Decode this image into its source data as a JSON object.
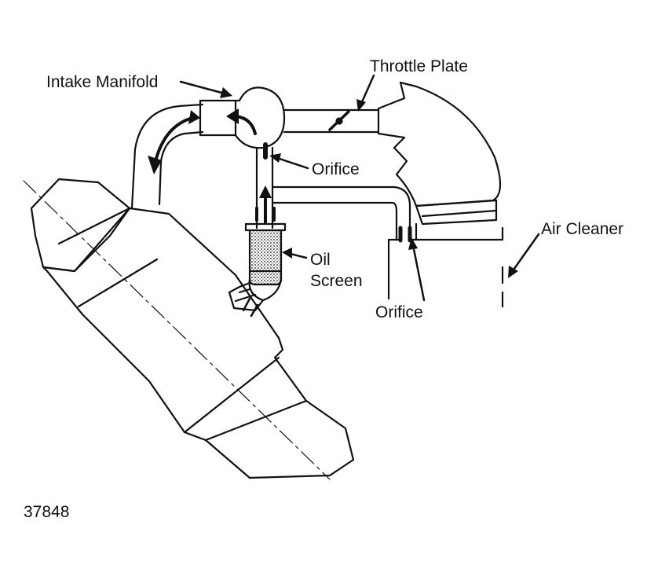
{
  "labels": {
    "intake_manifold": "Intake Manifold",
    "throttle_plate": "Throttle Plate",
    "orifice_top": "Orifice",
    "oil_screen_line1": "Oil",
    "oil_screen_line2": "Screen",
    "air_cleaner": "Air Cleaner",
    "orifice_bottom": "Orifice"
  },
  "figure_number": "37848",
  "colors": {
    "line": "#111111",
    "background": "#ffffff"
  }
}
